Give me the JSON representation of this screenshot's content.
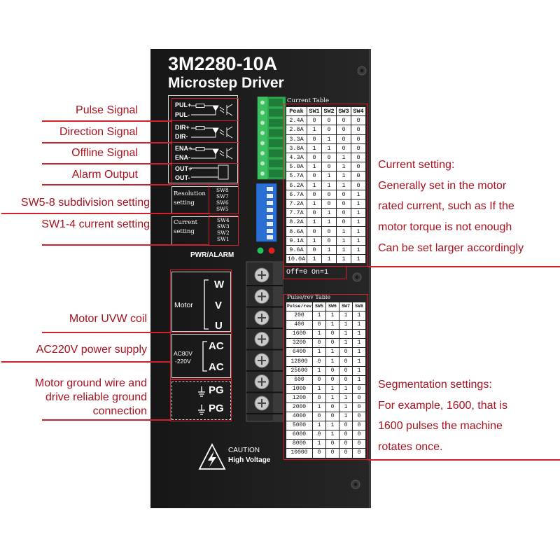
{
  "device": {
    "model": "3M2280-10A",
    "title": "Microstep Driver",
    "signals": [
      "PUL+",
      "PUL-",
      "DIR+",
      "DIR-",
      "ENA+",
      "ENA-",
      "OUT+",
      "OUT-"
    ],
    "resolution_label": [
      "Resolution",
      "setting"
    ],
    "resolution_switches": [
      "SW8",
      "SW7",
      "SW6",
      "SW5"
    ],
    "current_label": [
      "Current",
      "setting"
    ],
    "current_switches": [
      "SW4",
      "SW3",
      "SW2",
      "SW1"
    ],
    "pwr_alarm": "PWR/ALARM",
    "motor_label": "Motor",
    "motor_phases": [
      "W",
      "V",
      "U"
    ],
    "ac_range": [
      "AC80V",
      "-220V"
    ],
    "ac_terminals": [
      "AC",
      "AC"
    ],
    "pg_terminals": [
      "PG",
      "PG"
    ],
    "caution": "CAUTION",
    "high_voltage": "High Voltage",
    "icons": {
      "optocoupler": "optocoupler-icon",
      "ground": "ground-icon",
      "warning": "high-voltage-warning-icon",
      "screw": "screw-icon"
    }
  },
  "current_table": {
    "title": "Current Table",
    "columns": [
      "Peak",
      "SW1",
      "SW2",
      "SW3",
      "SW4"
    ],
    "rows": [
      [
        "2.4A",
        0,
        0,
        0,
        0
      ],
      [
        "2.8A",
        1,
        0,
        0,
        0
      ],
      [
        "3.3A",
        0,
        1,
        0,
        0
      ],
      [
        "3.8A",
        1,
        1,
        0,
        0
      ],
      [
        "4.3A",
        0,
        0,
        1,
        0
      ],
      [
        "5.0A",
        1,
        0,
        1,
        0
      ],
      [
        "5.7A",
        0,
        1,
        1,
        0
      ],
      [
        "6.2A",
        1,
        1,
        1,
        0
      ],
      [
        "6.7A",
        0,
        0,
        0,
        1
      ],
      [
        "7.2A",
        1,
        0,
        0,
        1
      ],
      [
        "7.7A",
        0,
        1,
        0,
        1
      ],
      [
        "8.2A",
        1,
        1,
        0,
        1
      ],
      [
        "8.6A",
        0,
        0,
        1,
        1
      ],
      [
        "9.1A",
        1,
        0,
        1,
        1
      ],
      [
        "9.6A",
        0,
        1,
        1,
        1
      ],
      [
        "10.0A",
        1,
        1,
        1,
        1
      ]
    ],
    "legend": "Off=0  On=1"
  },
  "pulse_table": {
    "title": "Pulse/rev Table",
    "columns": [
      "Pulse/rev",
      "SW5",
      "SW6",
      "SW7",
      "SW8"
    ],
    "rows": [
      [
        "200",
        1,
        1,
        1,
        1
      ],
      [
        "400",
        0,
        1,
        1,
        1
      ],
      [
        "1600",
        1,
        0,
        1,
        1
      ],
      [
        "3200",
        0,
        0,
        1,
        1
      ],
      [
        "6400",
        1,
        1,
        0,
        1
      ],
      [
        "12800",
        0,
        1,
        0,
        1
      ],
      [
        "25600",
        1,
        0,
        0,
        1
      ],
      [
        "600",
        0,
        0,
        0,
        1
      ],
      [
        "1000",
        1,
        1,
        1,
        0
      ],
      [
        "1200",
        0,
        1,
        1,
        0
      ],
      [
        "2000",
        1,
        0,
        1,
        0
      ],
      [
        "4000",
        0,
        0,
        1,
        0
      ],
      [
        "5000",
        1,
        1,
        0,
        0
      ],
      [
        "6000",
        0,
        1,
        0,
        0
      ],
      [
        "8000",
        1,
        0,
        0,
        0
      ],
      [
        "10000",
        0,
        0,
        0,
        0
      ]
    ]
  },
  "callouts_left": {
    "pulse_signal": "Pulse Signal",
    "direction_signal": "Direction Signal",
    "offline_signal": "Offline Signal",
    "alarm_output": "Alarm Output",
    "subdivision_setting": "SW5-8 subdivision setting",
    "current_setting": "SW1-4 current setting",
    "motor_coil": "Motor UVW coil",
    "power_supply": "AC220V power supply",
    "ground": [
      "Motor ground wire and",
      "drive reliable ground",
      "connection"
    ]
  },
  "callouts_right": {
    "current_setting": [
      "Current setting:",
      "Generally set in the motor",
      "rated current, such as If the",
      "motor torque is not enough",
      "Can be set larger accordingly"
    ],
    "segmentation": [
      "Segmentation settings:",
      "For example, 1600, that is",
      "1600 pulses the machine",
      "rotates once."
    ]
  },
  "colors": {
    "callout_line": "#d4202c",
    "callout_text": "#a8121f",
    "housing": "#1d1d1d",
    "terminal_green": "#2fa84f",
    "dip_switch_blue": "#2a6fd6",
    "led_power": "#22c35a",
    "led_alarm": "#e02020"
  }
}
